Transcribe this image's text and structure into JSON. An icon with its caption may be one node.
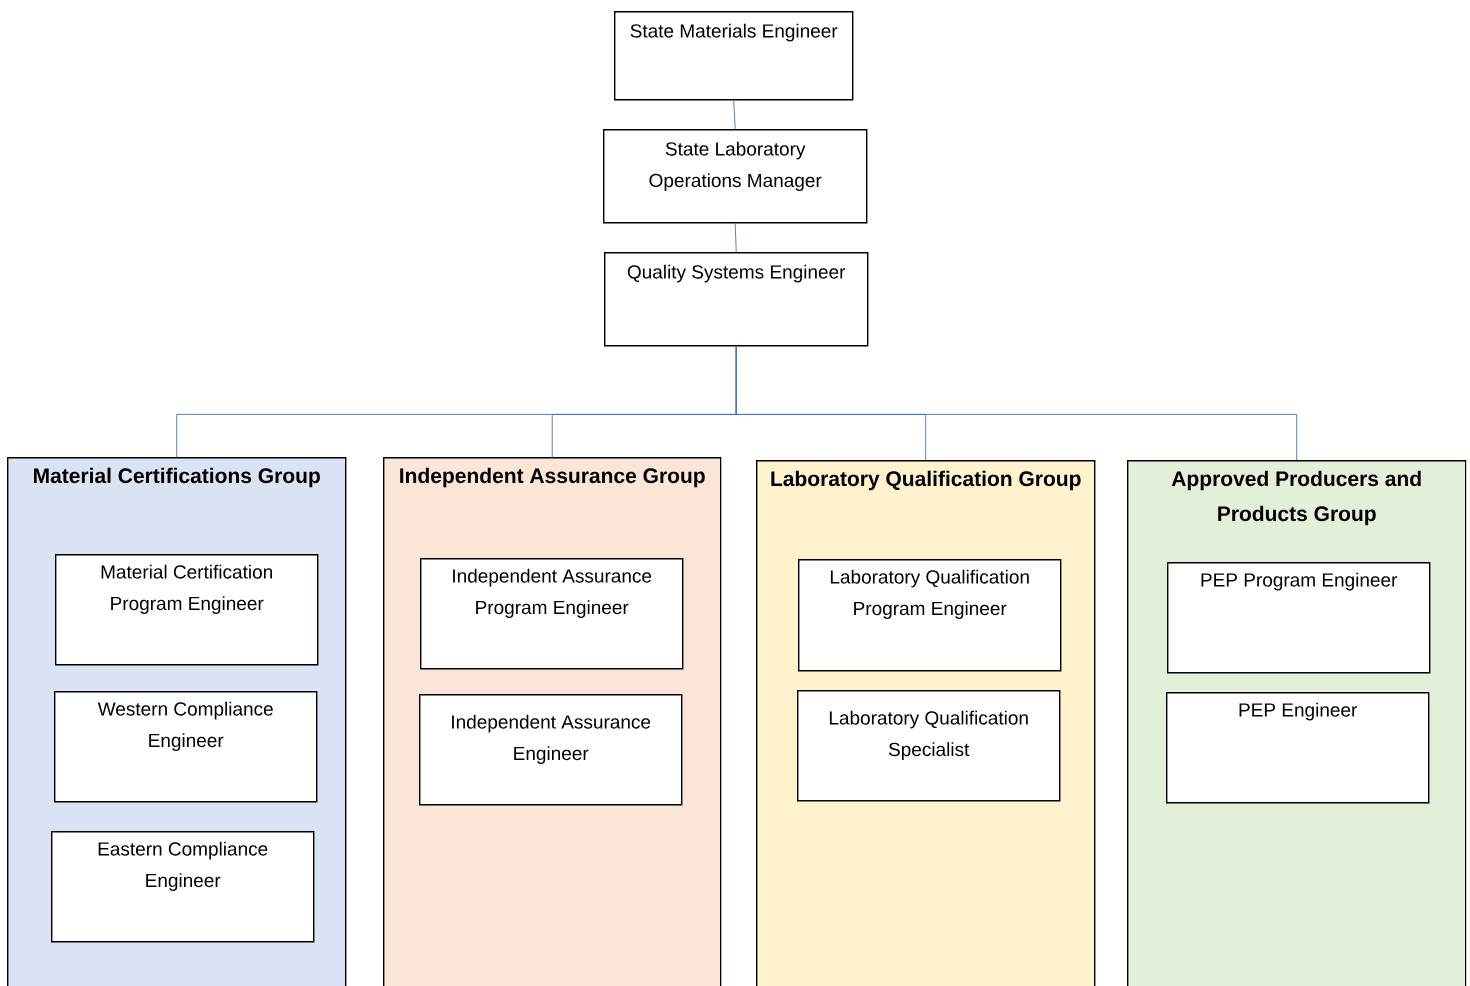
{
  "diagram": {
    "nodes": [
      {
        "text": [
          "State Materials Engineer"
        ]
      },
      {
        "text": [
          "State Laboratory Operations Manager"
        ]
      },
      {
        "text": [
          "Quality Systems Engineer"
        ]
      },
      {
        "text": [
          "Material Certifications Group"
        ]
      },
      {
        "text": [
          "Material Certification Program Engineer"
        ],
        "in": 3
      },
      {
        "text": [
          "Western Compliance Engineer"
        ],
        "in": 3
      },
      {
        "text": [
          "Eastern Compliance Engineer"
        ],
        "in": 3
      },
      {
        "text": [
          "Independent Assurance Group"
        ]
      },
      {
        "text": [
          "Independent Assurance Program Engineer"
        ],
        "in": 7
      },
      {
        "text": [
          "Independent Assurance Engineer"
        ],
        "in": 7
      },
      {
        "text": [
          "Laboratory Qualification Group"
        ]
      },
      {
        "text": [
          "Laboratory Qualification Program Engineer"
        ],
        "in": 10
      },
      {
        "text": [
          "Laboratory Qualification Specialist"
        ],
        "in": 10
      },
      {
        "text": [
          "Approved Producers and Products Group"
        ]
      },
      {
        "text": [
          "PEP Program Engineer"
        ],
        "in": 13
      },
      {
        "text": [
          "PEP Engineer"
        ],
        "in": 13
      }
    ],
    "edges": [
      {
        "from": 0,
        "to": 1,
        "arrow": "none"
      },
      {
        "from": 1,
        "to": 2,
        "arrow": "none"
      },
      {
        "from": 2,
        "to": 3,
        "arrow": "none"
      },
      {
        "from": 2,
        "to": 7,
        "arrow": "none"
      },
      {
        "from": 2,
        "to": 10,
        "arrow": "none"
      },
      {
        "from": 2,
        "to": 13,
        "arrow": "none"
      }
    ]
  }
}
